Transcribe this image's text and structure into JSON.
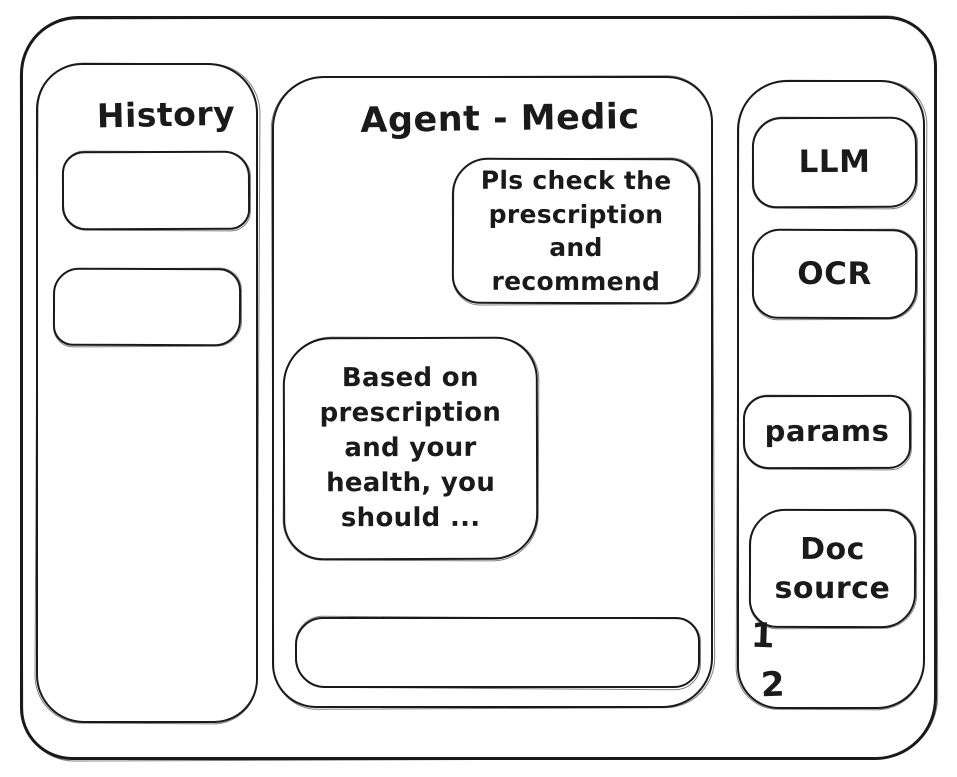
{
  "colors": {
    "ink": "#1a1a1a",
    "background": "#ffffff"
  },
  "history_panel": {
    "title": "History",
    "items": [
      {
        "label": ""
      },
      {
        "label": ""
      }
    ]
  },
  "chat_panel": {
    "title": "Agent - Medic",
    "messages": [
      {
        "role": "user",
        "text": "Pls check the prescription and recommend"
      },
      {
        "role": "agent",
        "text": "Based on prescription and your health, you should ..."
      }
    ],
    "input": {
      "value": ""
    }
  },
  "tools_panel": {
    "llm_label": "LLM",
    "ocr_label": "OCR",
    "params_label": "params",
    "doc_source_label": "Doc source",
    "doc_source_items": [
      "1",
      "2"
    ]
  }
}
